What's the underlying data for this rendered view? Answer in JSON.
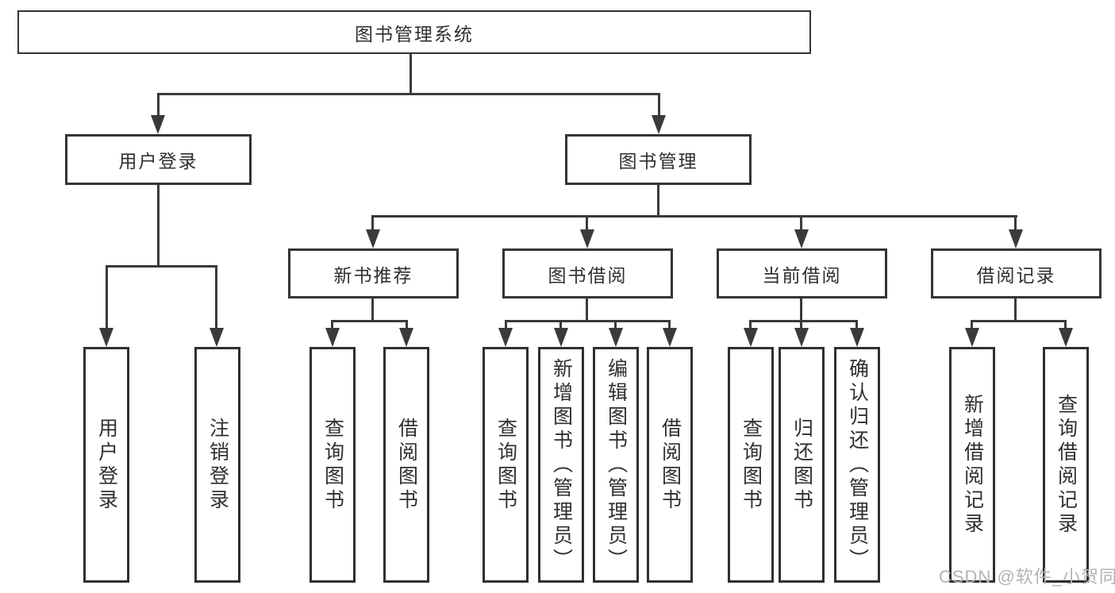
{
  "nodes": {
    "root": "图书管理系统",
    "userLogin": "用户登录",
    "bookManagement": "图书管理",
    "newBookRecommend": "新书推荐",
    "bookBorrow": "图书借阅",
    "currentBorrow": "当前借阅",
    "borrowRecord": "借阅记录",
    "userLoginLeaf": "用户登录",
    "logoutLeaf": "注销登录",
    "queryBookA": "查询图书",
    "borrowBookA": "借阅图书",
    "queryBookB": "查询图书",
    "addBookAdmin": "新增图书（管理员）",
    "editBookAdmin": "编辑图书（管理员）",
    "borrowBookB": "借阅图书",
    "queryBookC": "查询图书",
    "returnBook": "归还图书",
    "confirmReturnAdmin": "确认归还（管理员）",
    "addBorrowRecord": "新增借阅记录",
    "queryBorrowRecord": "查询借阅记录"
  },
  "watermark": {
    "text": "CSDN @软件_小贺同学"
  },
  "colors": {
    "line": "#3a3a3a",
    "text": "#2f2f2f",
    "watermark": "#b4b4b4",
    "background": "#ffffff"
  }
}
